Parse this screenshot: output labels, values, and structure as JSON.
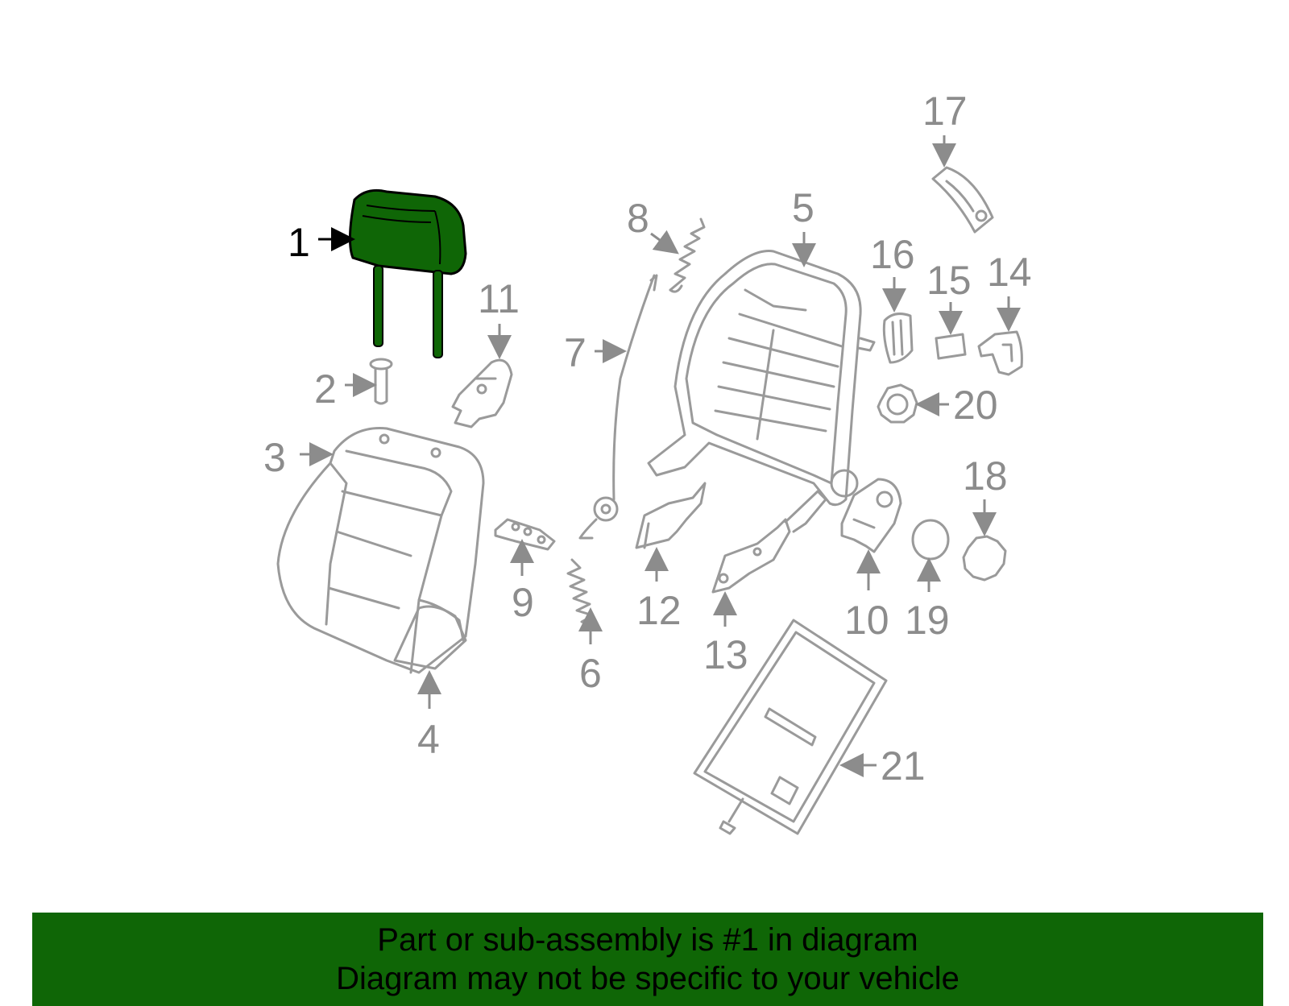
{
  "diagram": {
    "highlighted_part": "1",
    "callouts": [
      "1",
      "2",
      "3",
      "4",
      "5",
      "6",
      "7",
      "8",
      "9",
      "10",
      "11",
      "12",
      "13",
      "14",
      "15",
      "16",
      "17",
      "18",
      "19",
      "20",
      "21"
    ]
  },
  "banner": {
    "line1": "Part or sub-assembly is #1 in diagram",
    "line2": "Diagram may not be specific to your vehicle"
  },
  "colors": {
    "highlight": "#0f6606",
    "banner": "#0f6606",
    "part_outline": "#9a9a9a",
    "callout_text": "#8c8c8c"
  }
}
